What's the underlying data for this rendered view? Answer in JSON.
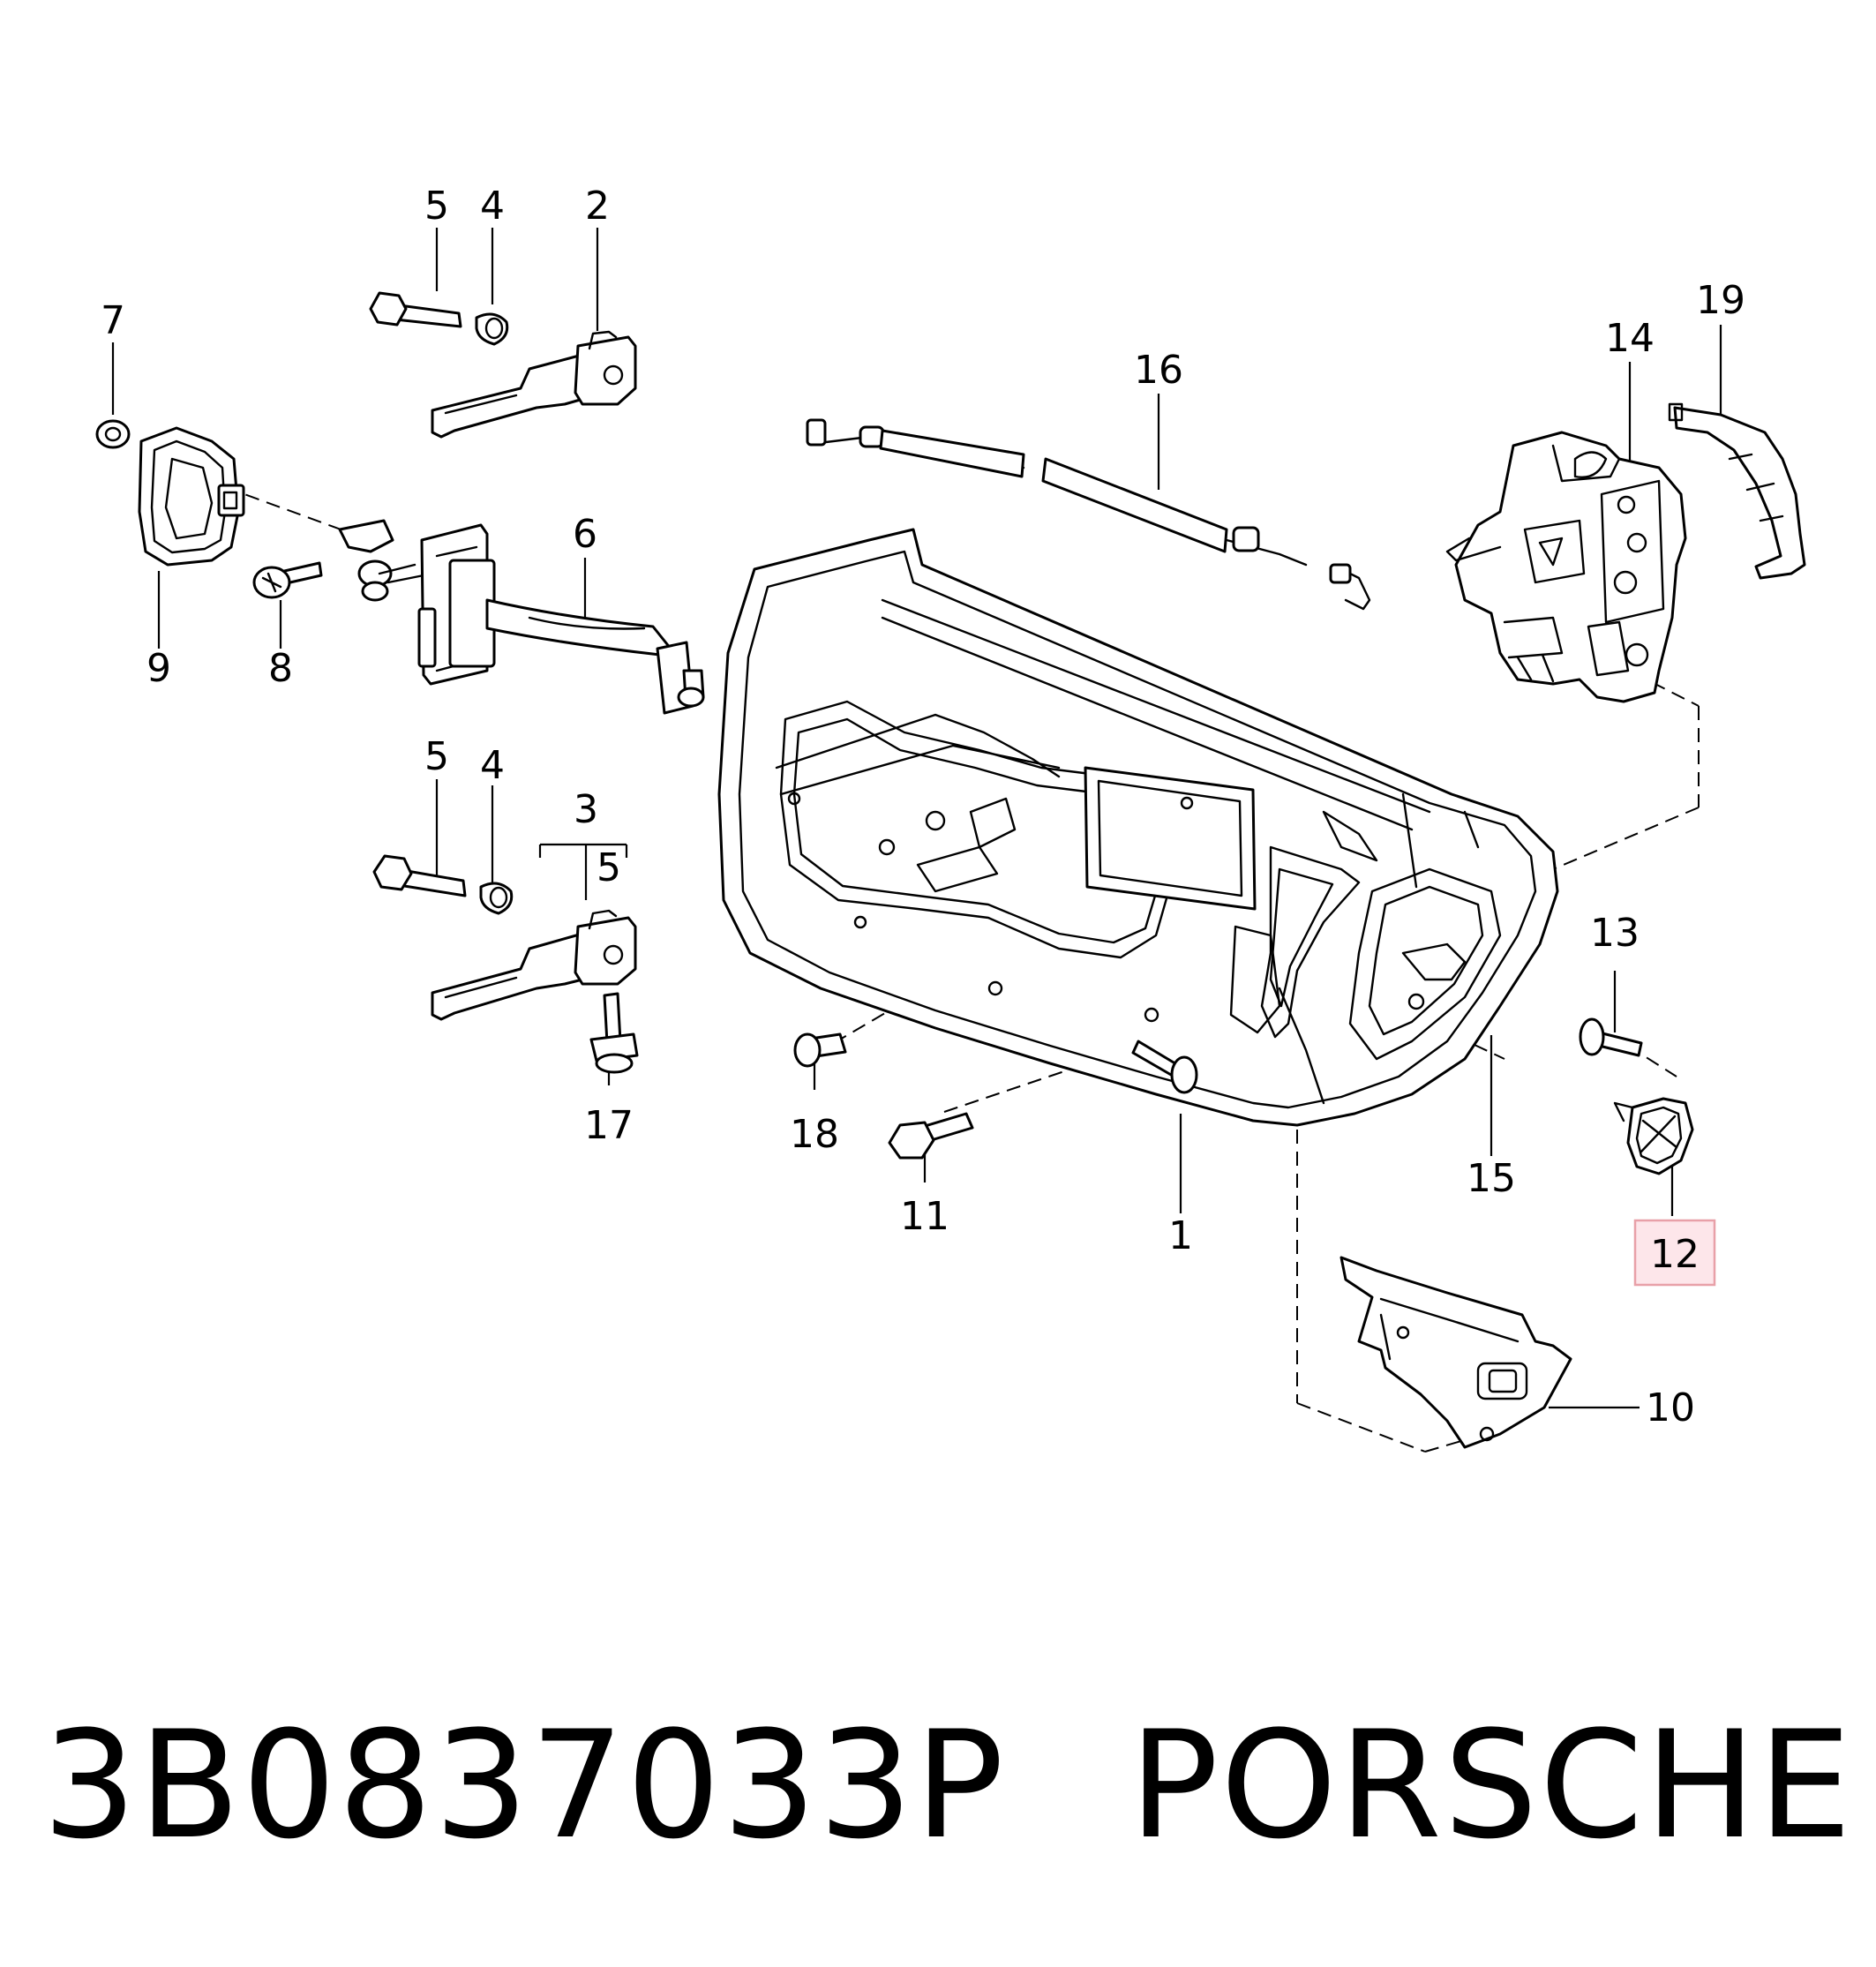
{
  "labels": {
    "l1": "1",
    "l2": "2",
    "l3": "3",
    "l4a": "4",
    "l4b": "4",
    "l5a": "5",
    "l5b": "5",
    "l5c": "5",
    "l6": "6",
    "l7": "7",
    "l8": "8",
    "l9": "9",
    "l10": "10",
    "l11": "11",
    "l12": "12",
    "l13": "13",
    "l14": "14",
    "l15": "15",
    "l16": "16",
    "l17": "17",
    "l18": "18",
    "l19": "19"
  },
  "highlight": {
    "part": "12",
    "color": "#e8a0a8",
    "fill": "#fde6ea"
  },
  "footer": {
    "part_number": "3B0837033P",
    "brand": "PORSCHE"
  }
}
